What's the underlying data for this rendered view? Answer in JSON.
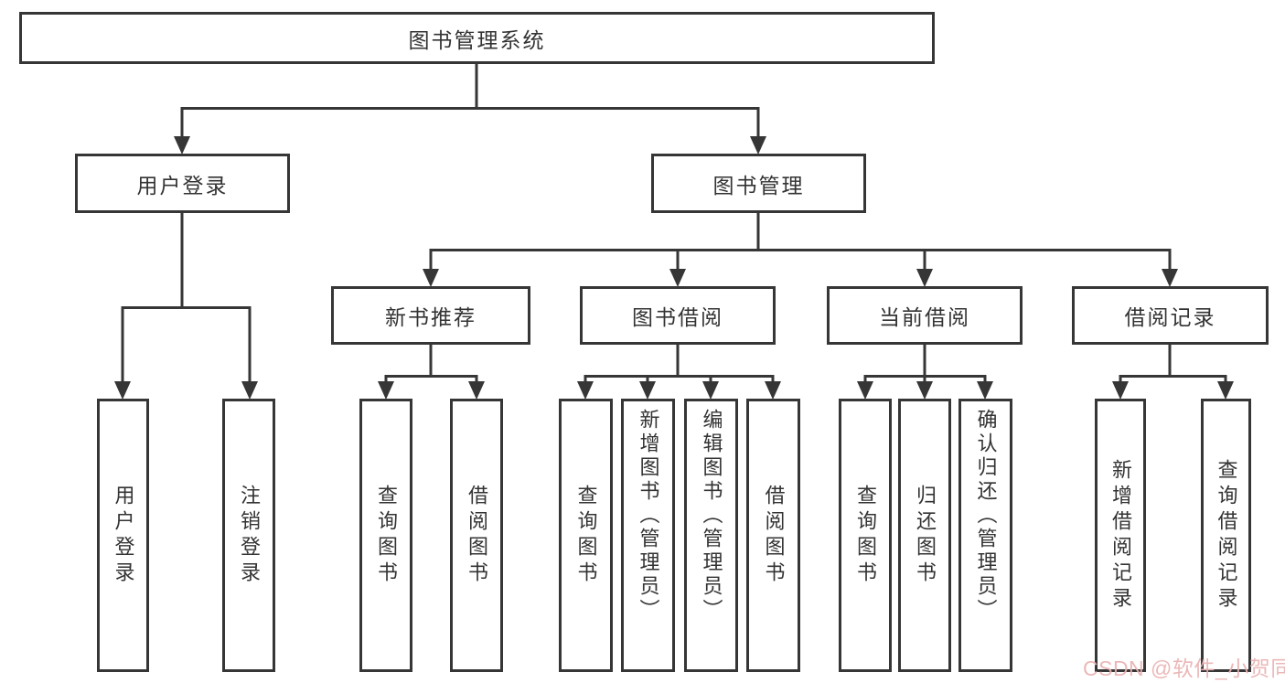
{
  "diagram": {
    "root": "图书管理系统",
    "user_login": {
      "label": "用户登录",
      "children": [
        "用户登录",
        "注销登录"
      ]
    },
    "book_mgmt": {
      "label": "图书管理",
      "new_books": {
        "label": "新书推荐",
        "children": [
          "查询图书",
          "借阅图书"
        ]
      },
      "book_borrow": {
        "label": "图书借阅",
        "children": [
          "查询图书",
          "新增图书（管理员）",
          "编辑图书（管理员）",
          "借阅图书"
        ]
      },
      "current_borrow": {
        "label": "当前借阅",
        "children": [
          "查询图书",
          "归还图书",
          "确认归还（管理员）"
        ]
      },
      "borrow_records": {
        "label": "借阅记录",
        "children": [
          "新增借阅记录",
          "查询借阅记录"
        ]
      }
    }
  },
  "watermark": {
    "text": "CSDN @软件_小贺同学"
  },
  "colors": {
    "line": "#363636",
    "box_border": "#363636",
    "text": "#333333",
    "watermark": "#e9b2b2",
    "background": "#ffffff"
  }
}
